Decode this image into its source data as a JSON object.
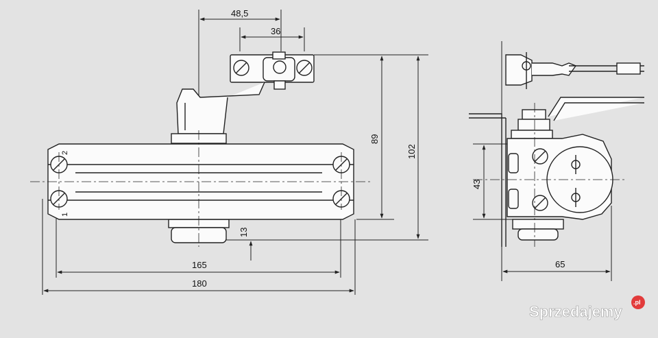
{
  "drawing": {
    "dimensions": {
      "top_outer": "48,5",
      "top_inner": "36",
      "height_arm": "89",
      "height_total": "102",
      "bottom_offset": "13",
      "length_holes": "165",
      "length_total": "180",
      "side_holes": "43",
      "side_depth": "65"
    },
    "hole_labels": {
      "upper": "2",
      "lower": "1"
    }
  },
  "watermark": {
    "brand": "Sprzedajemy",
    "tld": ".pl",
    "brand_color": "#ffffff",
    "badge_color": "#e23b3b"
  },
  "colors": {
    "background": "#e3e3e3",
    "body_fill": "#fbfbfb",
    "line": "#222222"
  }
}
